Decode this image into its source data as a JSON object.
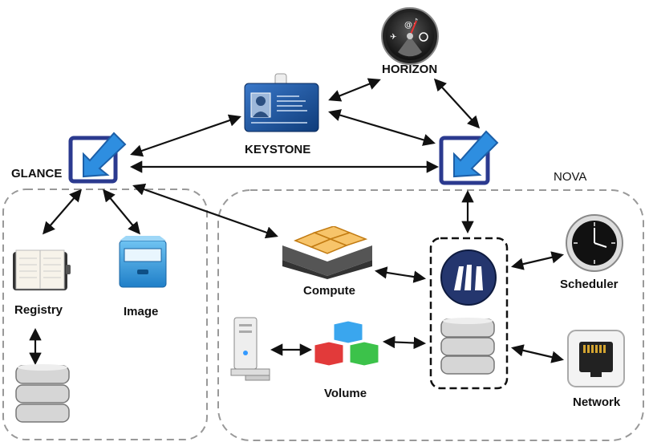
{
  "nodes": {
    "horizon": {
      "label": "HORIZON"
    },
    "keystone": {
      "label": "KEYSTONE"
    },
    "glance": {
      "label": "GLANCE"
    },
    "nova": {
      "label": "NOVA"
    },
    "compute": {
      "label": "Compute"
    },
    "scheduler": {
      "label": "Scheduler"
    },
    "registry": {
      "label": "Registry"
    },
    "image": {
      "label": "Image"
    },
    "volume": {
      "label": "Volume"
    },
    "network": {
      "label": "Network"
    }
  },
  "icons": [
    "dashboard-gauge-icon",
    "id-badge-icon",
    "download-arrow-icon",
    "agenda-book-icon",
    "file-cabinet-icon",
    "database-icon",
    "server-rack-icon",
    "tower-pc-icon",
    "cubes-icon",
    "queue-logo-icon",
    "clock-icon",
    "ethernet-port-icon"
  ],
  "colors": {
    "arrow": "#111111",
    "group_border": "#999999",
    "accent_blue": "#1a6fc2"
  }
}
